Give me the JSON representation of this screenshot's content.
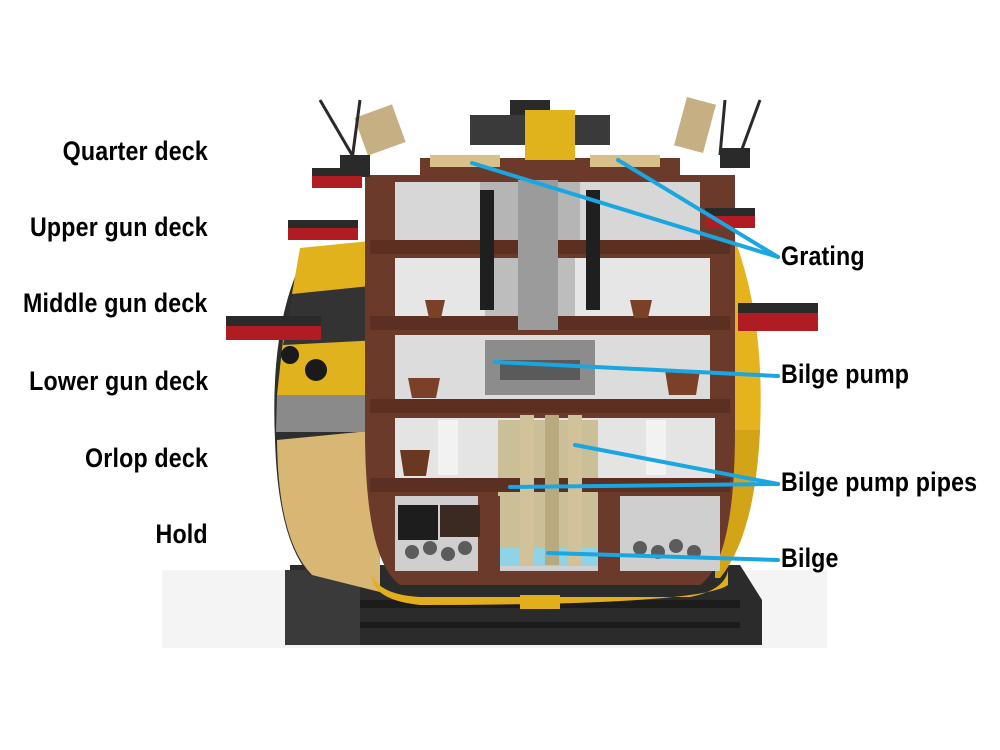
{
  "deck_labels": [
    "Quarter deck",
    "Upper gun deck",
    "Middle gun deck",
    "Lower gun deck",
    "Orlop deck",
    "Hold"
  ],
  "callouts": [
    "Grating",
    "Bilge pump",
    "Bilge pump pipes",
    "Bilge"
  ],
  "colors": {
    "leader_line": "#1aa6e0",
    "hull_brown": "#6b3a2a",
    "hull_yellow": "#e8b41c",
    "hull_tan": "#d9b978",
    "hull_black": "#2c2c2c",
    "gun_port_red": "#b01c22",
    "bilge_water": "#8fd3e6"
  }
}
